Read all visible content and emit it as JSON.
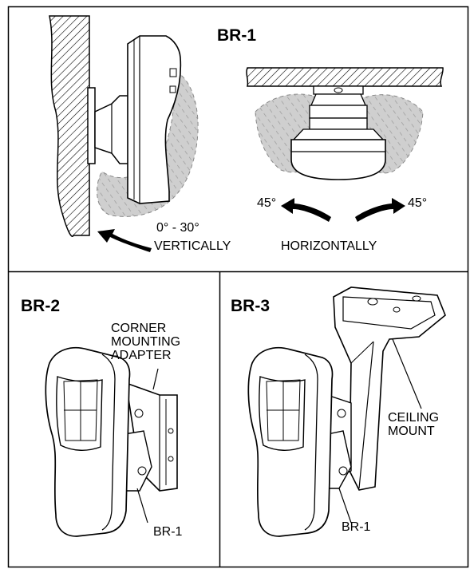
{
  "panels": {
    "br1": {
      "title": "BR-1",
      "vertical_range": "0° - 30°",
      "vertical_label": "VERTICALLY",
      "left_angle": "45°",
      "right_angle": "45°",
      "horizontal_label": "HORIZONTALLY"
    },
    "br2": {
      "title": "BR-2",
      "adapter_label": "CORNER\nMOUNTING\nADAPTER",
      "bracket_label": "BR-1"
    },
    "br3": {
      "title": "BR-3",
      "mount_label": "CEILING\nMOUNT",
      "bracket_label": "BR-1"
    }
  },
  "icons": [
    "wall-hatch",
    "ceiling-hatch",
    "motion-detector",
    "swivel-bracket",
    "curved-arrow",
    "ceiling-mount-bracket",
    "corner-adapter"
  ],
  "colors": {
    "line": "#000000",
    "shade": "#c8c8c8",
    "background": "#ffffff"
  }
}
